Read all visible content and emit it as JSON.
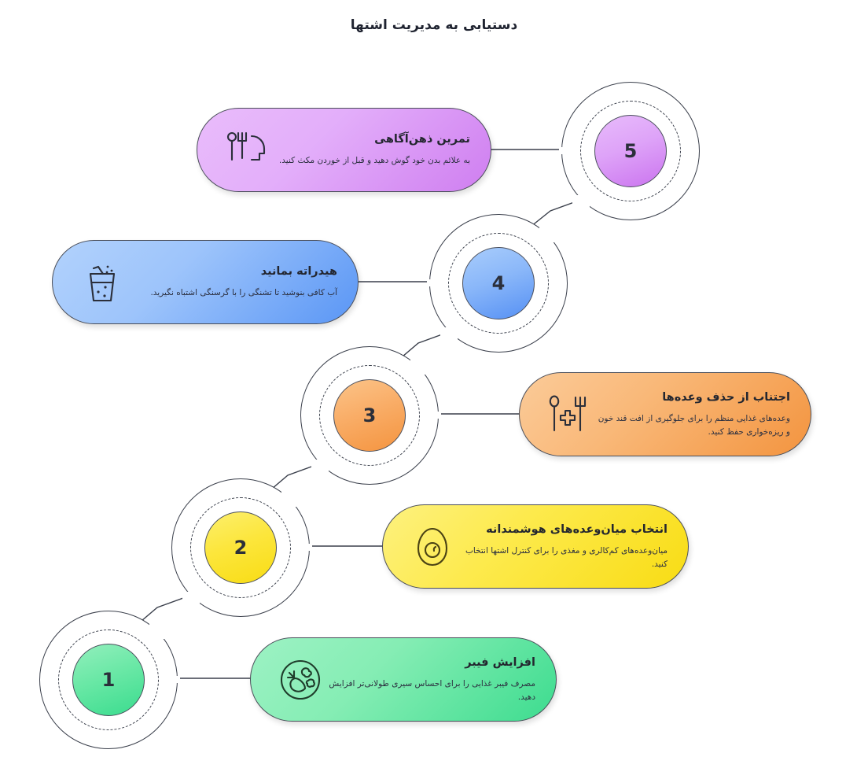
{
  "title": "دستیابی به مدیریت اشتها",
  "colors": {
    "purple_light": "#e3aefa",
    "purple_dark": "#cf7ef0",
    "blue_light": "#9dc4fb",
    "blue_dark": "#5a96f5",
    "orange_light": "#f9b878",
    "orange_dark": "#f3943f",
    "yellow_light": "#fdea4d",
    "yellow_dark": "#f8dc14",
    "green_light": "#85edb4",
    "green_dark": "#3ddc8f",
    "stroke": "#3a3f4b",
    "text": "#23262f"
  },
  "steps": [
    {
      "number": "5",
      "title": "تمرین ذهن‌آگاهی",
      "description": "به علائم بدن خود گوش دهید و قبل از خوردن مکث کنید.",
      "icon": "head-with-fork-and-spoon-icon",
      "color_light": "#e3aefa",
      "color_dark": "#cf7ef0"
    },
    {
      "number": "4",
      "title": "هیدراته بمانید",
      "description": "آب کافی بنوشید تا تشنگی را با گرسنگی اشتباه نگیرید.",
      "icon": "drinking-glass-icon",
      "color_light": "#9dc4fb",
      "color_dark": "#5a96f5"
    },
    {
      "number": "3",
      "title": "اجتناب از حذف وعده‌ها",
      "description": "وعده‌های غذایی منظم را برای جلوگیری از افت قند خون و ریزه‌خواری حفظ کنید.",
      "icon": "spoon-fork-medical-cross-icon",
      "color_light": "#f9b878",
      "color_dark": "#f3943f"
    },
    {
      "number": "2",
      "title": "انتخاب میان‌وعده‌های هوشمندانه",
      "description": "میان‌وعده‌های کم‌کالری و مغذی را برای کنترل اشتها انتخاب کنید.",
      "icon": "avocado-icon",
      "color_light": "#fdea4d",
      "color_dark": "#f8dc14"
    },
    {
      "number": "1",
      "title": "افزایش فیبر",
      "description": "مصرف فیبر غذایی را برای احساس سیری طولانی‌تر افزایش دهید.",
      "icon": "vegetables-circle-icon",
      "color_light": "#85edb4",
      "color_dark": "#3ddc8f"
    }
  ]
}
